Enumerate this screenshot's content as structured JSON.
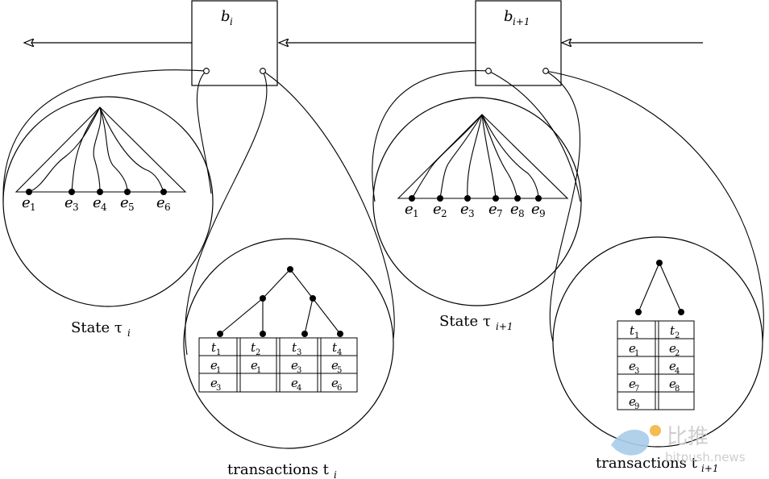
{
  "blocks": [
    {
      "label": "b",
      "subscript": "i"
    },
    {
      "label": "b",
      "subscript": "i+1"
    }
  ],
  "states": [
    {
      "label": "State τ",
      "subscript": "i",
      "leaves": [
        "1",
        "3",
        "4",
        "5",
        "6"
      ]
    },
    {
      "label": "State τ",
      "subscript": "i+1",
      "leaves": [
        "1",
        "2",
        "3",
        "7",
        "8",
        "9"
      ]
    }
  ],
  "transactions": [
    {
      "label": "transactions t",
      "subscript": "i",
      "columns": [
        {
          "header": "1",
          "entries": [
            "1",
            "3"
          ]
        },
        {
          "header": "2",
          "entries": [
            "1"
          ]
        },
        {
          "header": "3",
          "entries": [
            "3",
            "4"
          ]
        },
        {
          "header": "4",
          "entries": [
            "5",
            "6"
          ]
        }
      ]
    },
    {
      "label": "transactions t",
      "subscript": "i+1",
      "columns": [
        {
          "header": "1",
          "entries": [
            "1",
            "3",
            "7",
            "9"
          ]
        },
        {
          "header": "2",
          "entries": [
            "2",
            "4",
            "8"
          ]
        }
      ]
    }
  ],
  "watermark": {
    "cn": "比推",
    "en": "bitpush.news"
  }
}
